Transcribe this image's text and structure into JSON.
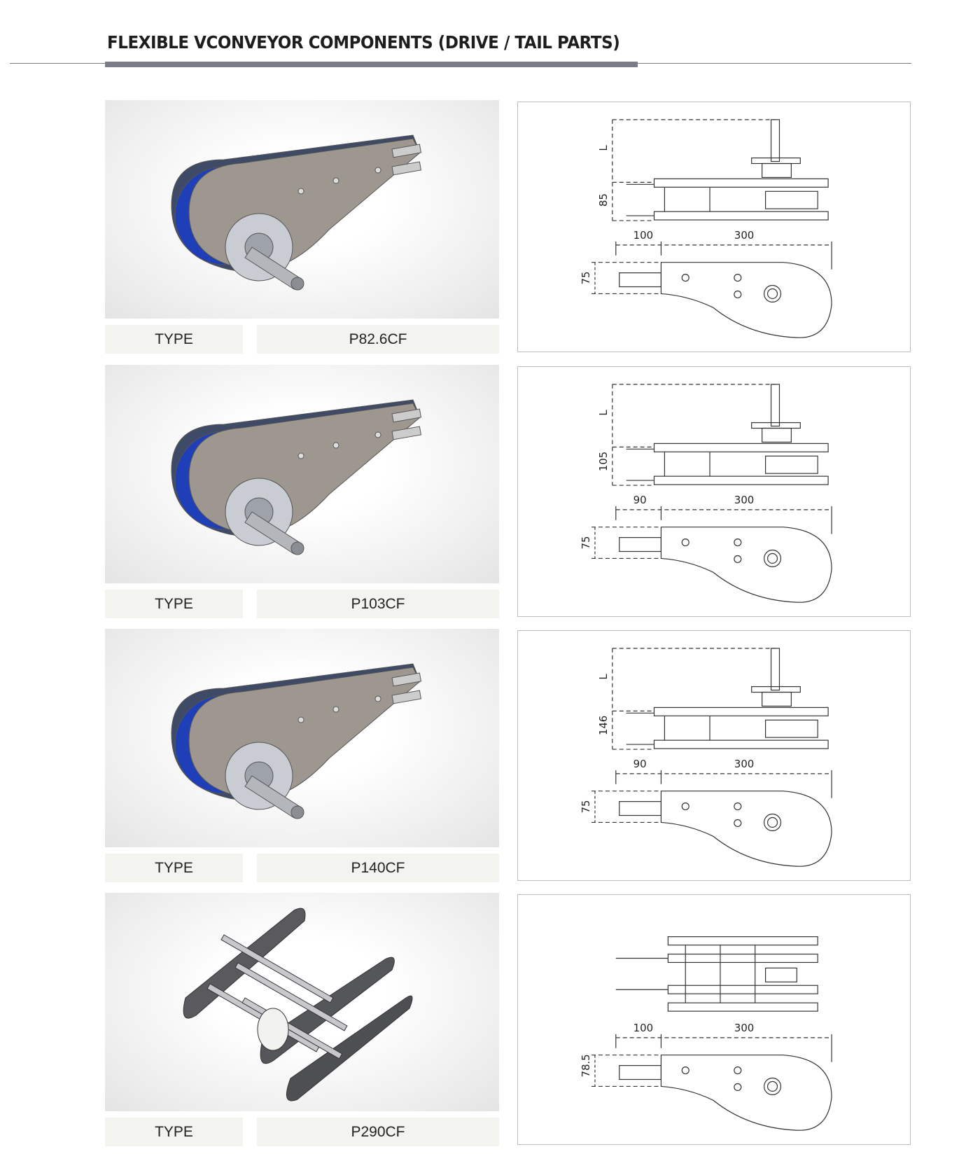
{
  "page": {
    "title": "FLEXIBLE VCONVEYOR COMPONENTS (DRIVE / TAIL PARTS)"
  },
  "colors": {
    "rule": "#7a7d88",
    "type_cell_bg": "#f3f3ef",
    "sprocket_blue": "#1f3fb8"
  },
  "components": [
    {
      "type_label": "TYPE",
      "type_value": "P82.6CF",
      "kind": "drive",
      "dims": {
        "length": "L",
        "height": "85",
        "tail": "100",
        "body": "300",
        "width": "75"
      }
    },
    {
      "type_label": "TYPE",
      "type_value": "P103CF",
      "kind": "drive",
      "dims": {
        "length": "L",
        "height": "105",
        "tail": "90",
        "body": "300",
        "width": "75"
      }
    },
    {
      "type_label": "TYPE",
      "type_value": "P140CF",
      "kind": "drive",
      "dims": {
        "length": "L",
        "height": "146",
        "tail": "90",
        "body": "300",
        "width": "75"
      }
    },
    {
      "type_label": "TYPE",
      "type_value": "P290CF",
      "kind": "tail",
      "dims": {
        "tail": "100",
        "body": "300",
        "width": "78.5"
      }
    }
  ]
}
